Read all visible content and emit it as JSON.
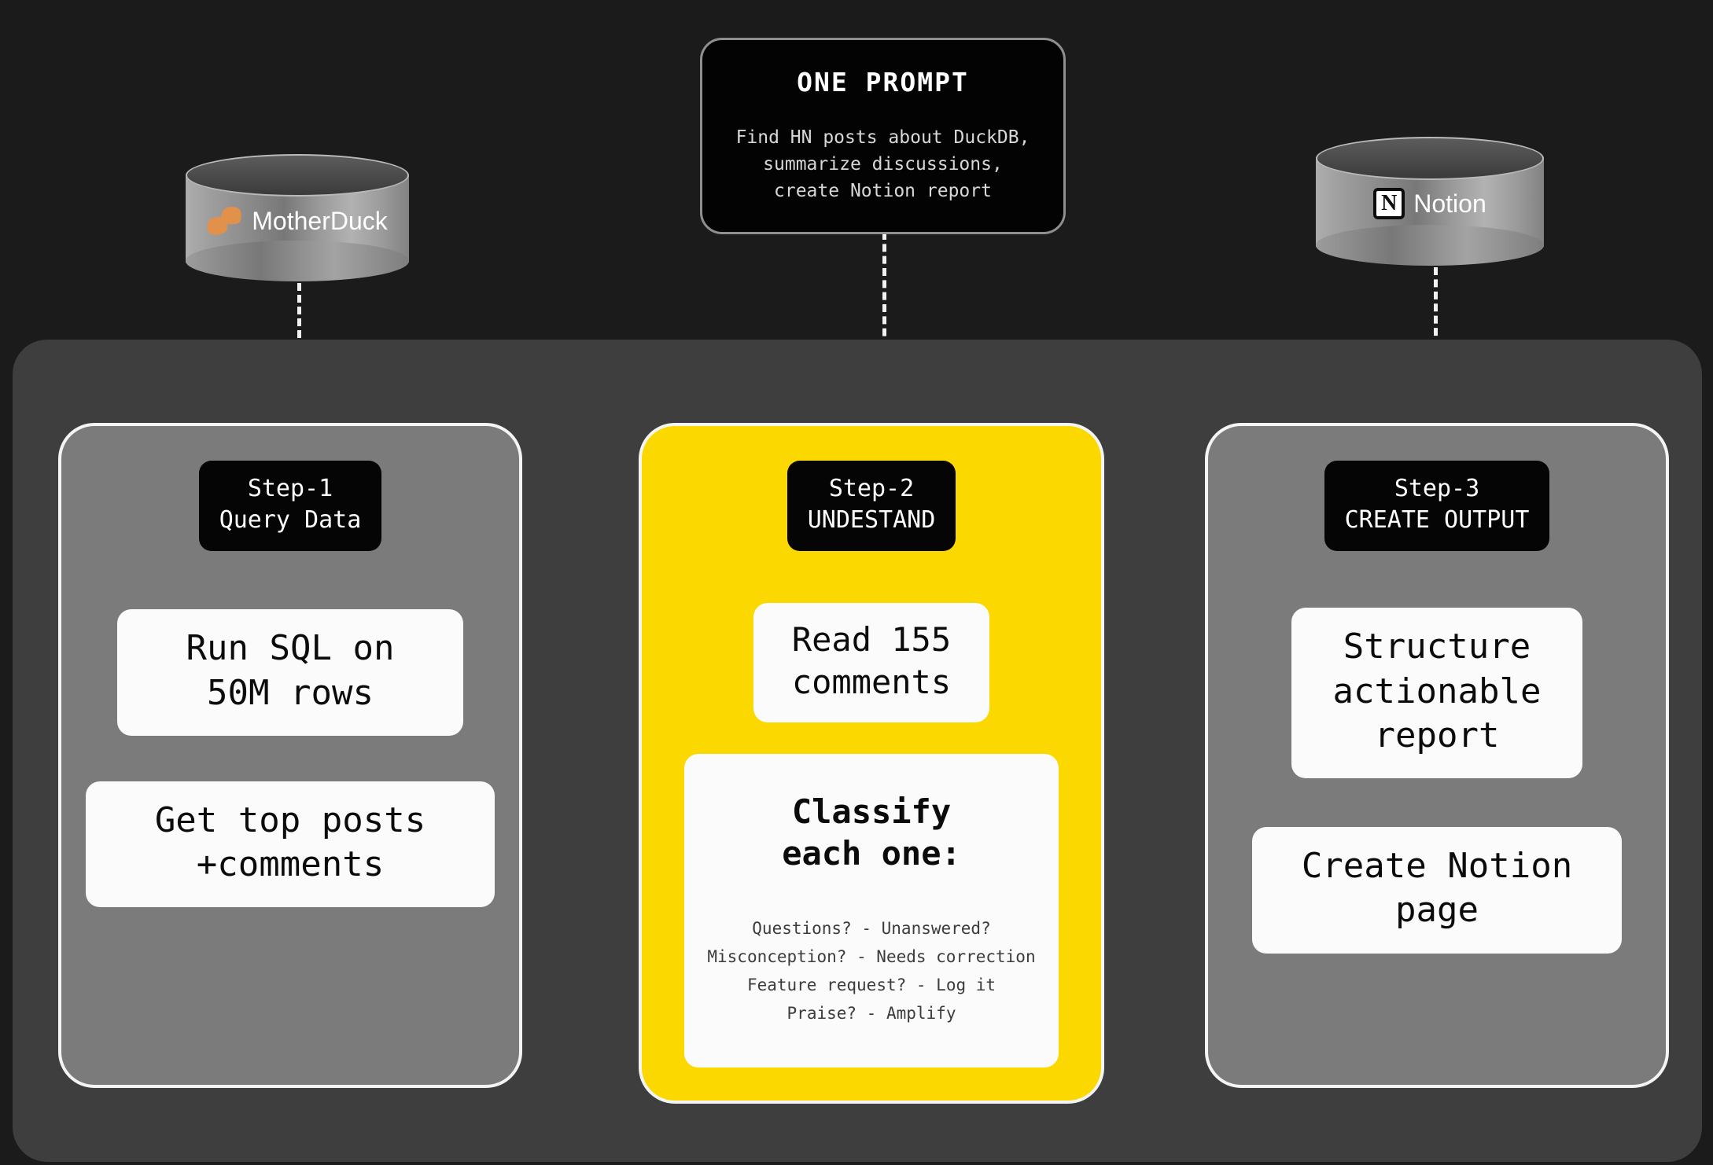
{
  "prompt": {
    "title": "ONE PROMPT",
    "body": "Find HN posts about DuckDB,\nsummarize discussions,\ncreate Notion report"
  },
  "sources": [
    {
      "name": "MotherDuck",
      "icon": "motherduck-logo-icon",
      "accent": "#e2914a"
    },
    {
      "name": "Notion",
      "icon": "notion-logo-icon",
      "glyph": "N",
      "accent": "#ffffff"
    }
  ],
  "steps": [
    {
      "number": "Step-1",
      "name": "Query Data",
      "color": "#7b7b7b",
      "cards": [
        "Run SQL on\n50M rows",
        "Get top posts\n+comments"
      ]
    },
    {
      "number": "Step-2",
      "name": "UNDESTAND",
      "color": "#fbd800",
      "cards": [
        "Read 155\ncomments"
      ],
      "classify": {
        "title": "Classify\neach one:",
        "rules": "Questions? - Unanswered?\nMisconception? - Needs correction\nFeature request? - Log it\nPraise? - Amplify"
      }
    },
    {
      "number": "Step-3",
      "name": "CREATE OUTPUT",
      "color": "#7b7b7b",
      "cards": [
        "Structure\nactionable\nreport",
        "Create Notion\npage"
      ]
    }
  ],
  "colors": {
    "background": "#1b1b1b",
    "panel": "#3e3e3e",
    "column_gray": "#7b7b7b",
    "column_yellow": "#fbd800",
    "card_white": "#fbfbfb",
    "badge_black": "#050505",
    "connector": "#f2f2f2"
  }
}
